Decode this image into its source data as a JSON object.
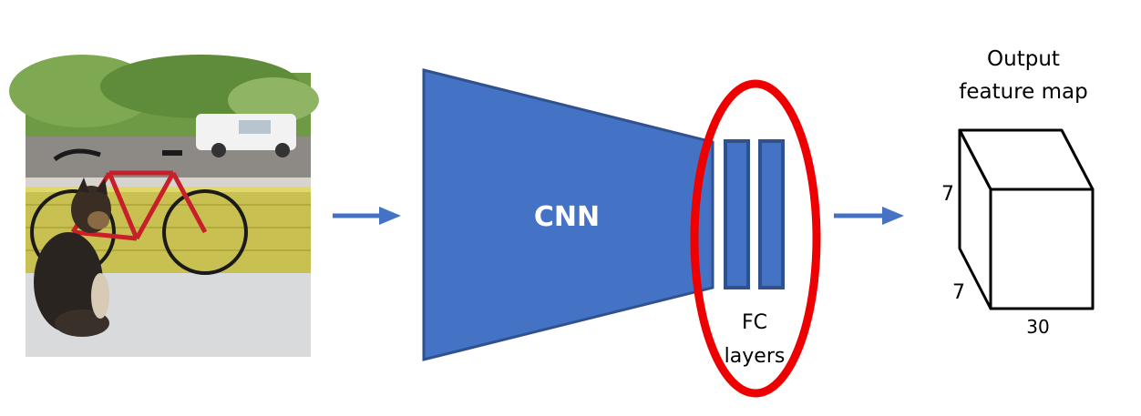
{
  "cnn_label": "CNN",
  "fc_label_line1": "FC",
  "fc_label_line2": "layers",
  "output_title_line1": "Output",
  "output_title_line2": "feature map",
  "dim_height": "7",
  "dim_depth": "7",
  "dim_width": "30",
  "colors": {
    "cnn_fill": "#4472C4",
    "cnn_stroke": "#2F528F",
    "arrow": "#4472C4",
    "highlight": "#EE0000"
  }
}
